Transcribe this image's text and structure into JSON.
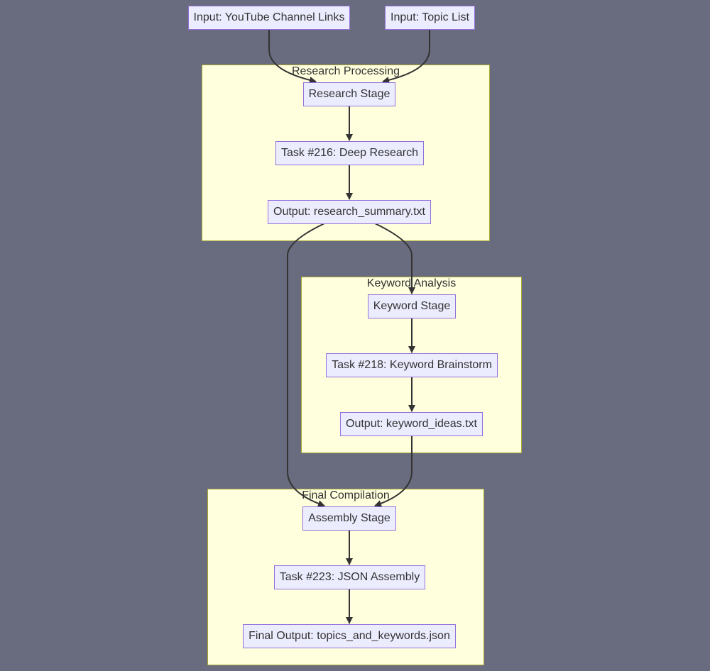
{
  "inputs": {
    "channel_links": "Input: YouTube Channel Links",
    "topic_list": "Input: Topic List"
  },
  "research": {
    "title": "Research Processing",
    "stage": "Research Stage",
    "task": "Task #216: Deep Research",
    "output": "Output: research_summary.txt"
  },
  "keyword": {
    "title": "Keyword Analysis",
    "stage": "Keyword Stage",
    "task": "Task #218: Keyword Brainstorm",
    "output": "Output: keyword_ideas.txt"
  },
  "final": {
    "title": "Final Compilation",
    "stage": "Assembly Stage",
    "task": "Task #223: JSON Assembly",
    "output": "Final Output: topics_and_keywords.json"
  },
  "colors": {
    "background": "#696b7e",
    "cluster_fill": "#ffffde",
    "cluster_border": "#aaaa33",
    "node_fill": "#ececff",
    "node_border": "#9370db",
    "edge": "#333333"
  }
}
